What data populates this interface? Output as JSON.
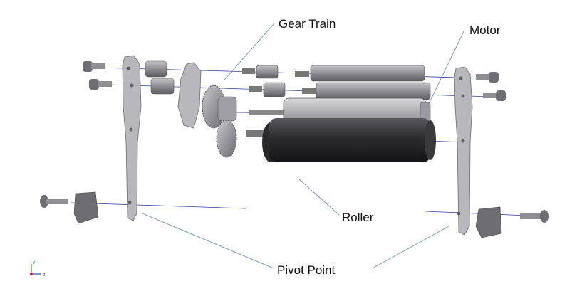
{
  "labels": {
    "gear_train": "Gear Train",
    "motor": "Motor",
    "roller": "Roller",
    "pivot_point": "Pivot Point"
  },
  "axis_triad": {
    "y": "y",
    "z": "z"
  },
  "colors": {
    "leader": "#6f8fb8",
    "assembly_axis": "#2f3ea0",
    "plate": "#b8b8bc",
    "dark_part": "#3a3a3c",
    "metal": "#a6a6aa"
  }
}
